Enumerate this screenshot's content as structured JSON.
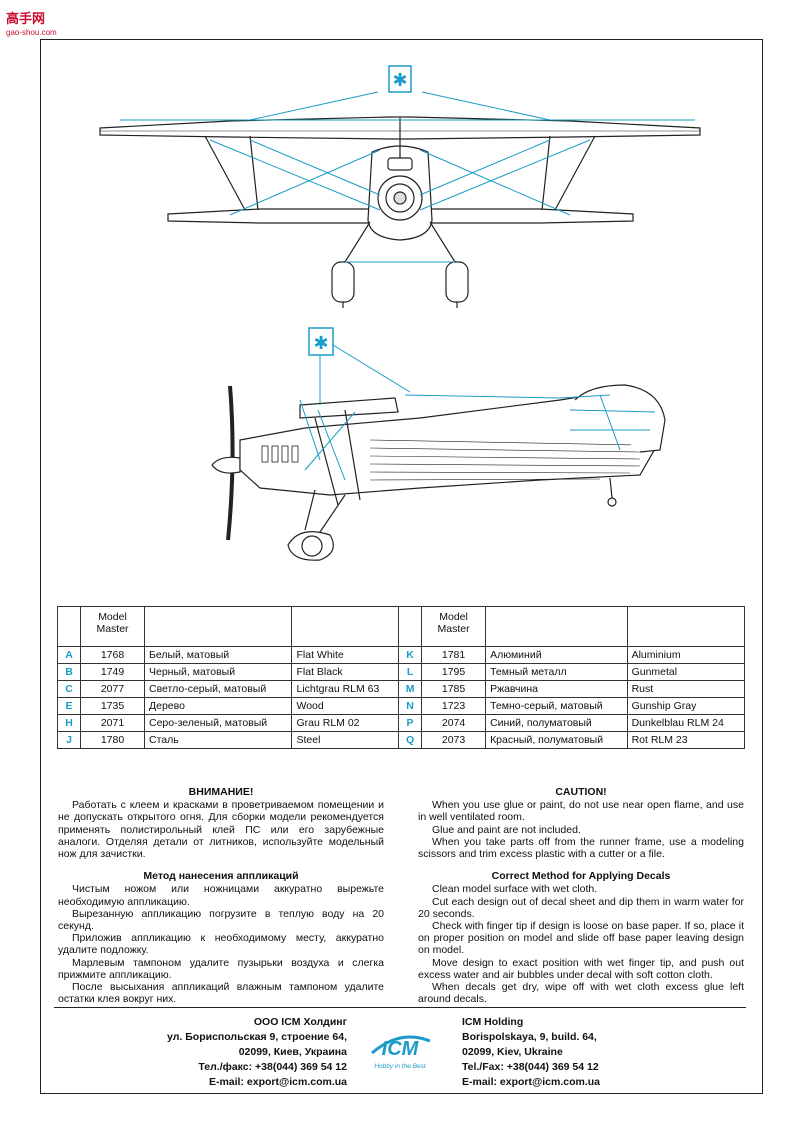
{
  "watermark": {
    "site": "高手网",
    "url": "gao-shou.com"
  },
  "drawing_marker": "✱",
  "table": {
    "header": {
      "model": "Model",
      "master": "Master"
    },
    "left": [
      {
        "key": "A",
        "num": "1768",
        "ru": "Белый, матовый",
        "en": "Flat White"
      },
      {
        "key": "B",
        "num": "1749",
        "ru": "Черный, матовый",
        "en": "Flat Black"
      },
      {
        "key": "C",
        "num": "2077",
        "ru": "Светло-серый, матовый",
        "en": "Lichtgrau RLM 63"
      },
      {
        "key": "E",
        "num": "1735",
        "ru": "Дерево",
        "en": "Wood"
      },
      {
        "key": "H",
        "num": "2071",
        "ru": "Серо-зеленый, матовый",
        "en": "Grau RLM 02"
      },
      {
        "key": "J",
        "num": "1780",
        "ru": "Сталь",
        "en": "Steel"
      }
    ],
    "right": [
      {
        "key": "K",
        "num": "1781",
        "ru": "Алюминий",
        "en": "Aluminium"
      },
      {
        "key": "L",
        "num": "1795",
        "ru": "Темный металл",
        "en": "Gunmetal"
      },
      {
        "key": "M",
        "num": "1785",
        "ru": "Ржавчина",
        "en": "Rust"
      },
      {
        "key": "N",
        "num": "1723",
        "ru": "Темно-серый, матовый",
        "en": "Gunship Gray"
      },
      {
        "key": "P",
        "num": "2074",
        "ru": "Синий, полуматовый",
        "en": "Dunkelblau RLM 24"
      },
      {
        "key": "Q",
        "num": "2073",
        "ru": "Красный, полуматовый",
        "en": "Rot RLM 23"
      }
    ]
  },
  "ru": {
    "warning_title": "ВНИМАНИЕ!",
    "warning_text": "Работать с клеем и красками в проветриваемом помещении и не допускать открытого огня. Для сборки модели рекомендуется применять полистирольный клей ПС или его зарубежные аналоги. Отделяя детали от литников, используйте модельный нож для зачистки.",
    "decal_title": "Метод нанесения аппликаций",
    "decal_steps": [
      "Чистым ножом или ножницами аккуратно вырежьте необходимую аппликацию.",
      "Вырезанную аппликацию погрузите в теплую воду на 20 секунд.",
      "Приложив аппликацию к необходимому месту, аккуратно удалите подложку.",
      "Марлевым тампоном удалите пузырьки воздуха и слегка прижмите аппликацию.",
      "После высыхания аппликаций влажным тампоном удалите остатки клея вокруг них."
    ]
  },
  "en": {
    "warning_title": "CAUTION!",
    "warning_text": [
      "When you use glue or paint, do not use near open flame, and use in well ventilated room.",
      "Glue and paint are not included.",
      "When you take parts off from the runner frame, use a modeling scissors and trim excess plastic with a cutter or a file."
    ],
    "decal_title": "Correct Method for Applying Decals",
    "decal_steps": [
      "Clean model surface with wet cloth.",
      "Cut each design out of decal sheet and dip them in warm water for 20 seconds.",
      "Check with finger tip if design is loose on base paper. If so, place it on proper position on model and slide off base paper leaving design on model.",
      "Move design to exact position with wet finger tip, and push out excess water and air bubbles under decal with soft cotton cloth.",
      "When decals get dry, wipe off with wet cloth excess glue left around decals."
    ]
  },
  "address": {
    "ru": [
      "ООО ICM Холдинг",
      "ул. Бориспольская 9, строение 64,",
      "02099, Киев, Украина",
      "Тел./факс: +38(044) 369 54 12",
      "E-mail: export@icm.com.ua"
    ],
    "en": [
      "ICM Holding",
      "Borispolskaya, 9, build. 64,",
      "02099, Kiev, Ukraine",
      "Tel./Fax: +38(044) 369 54 12",
      "E-mail: export@icm.com.ua"
    ]
  },
  "logo": {
    "text": "ICM",
    "tagline": "Hobby in the Best"
  },
  "colors": {
    "accent": "#1a9cc7",
    "line": "#222222",
    "watermark": "#c8102e"
  }
}
